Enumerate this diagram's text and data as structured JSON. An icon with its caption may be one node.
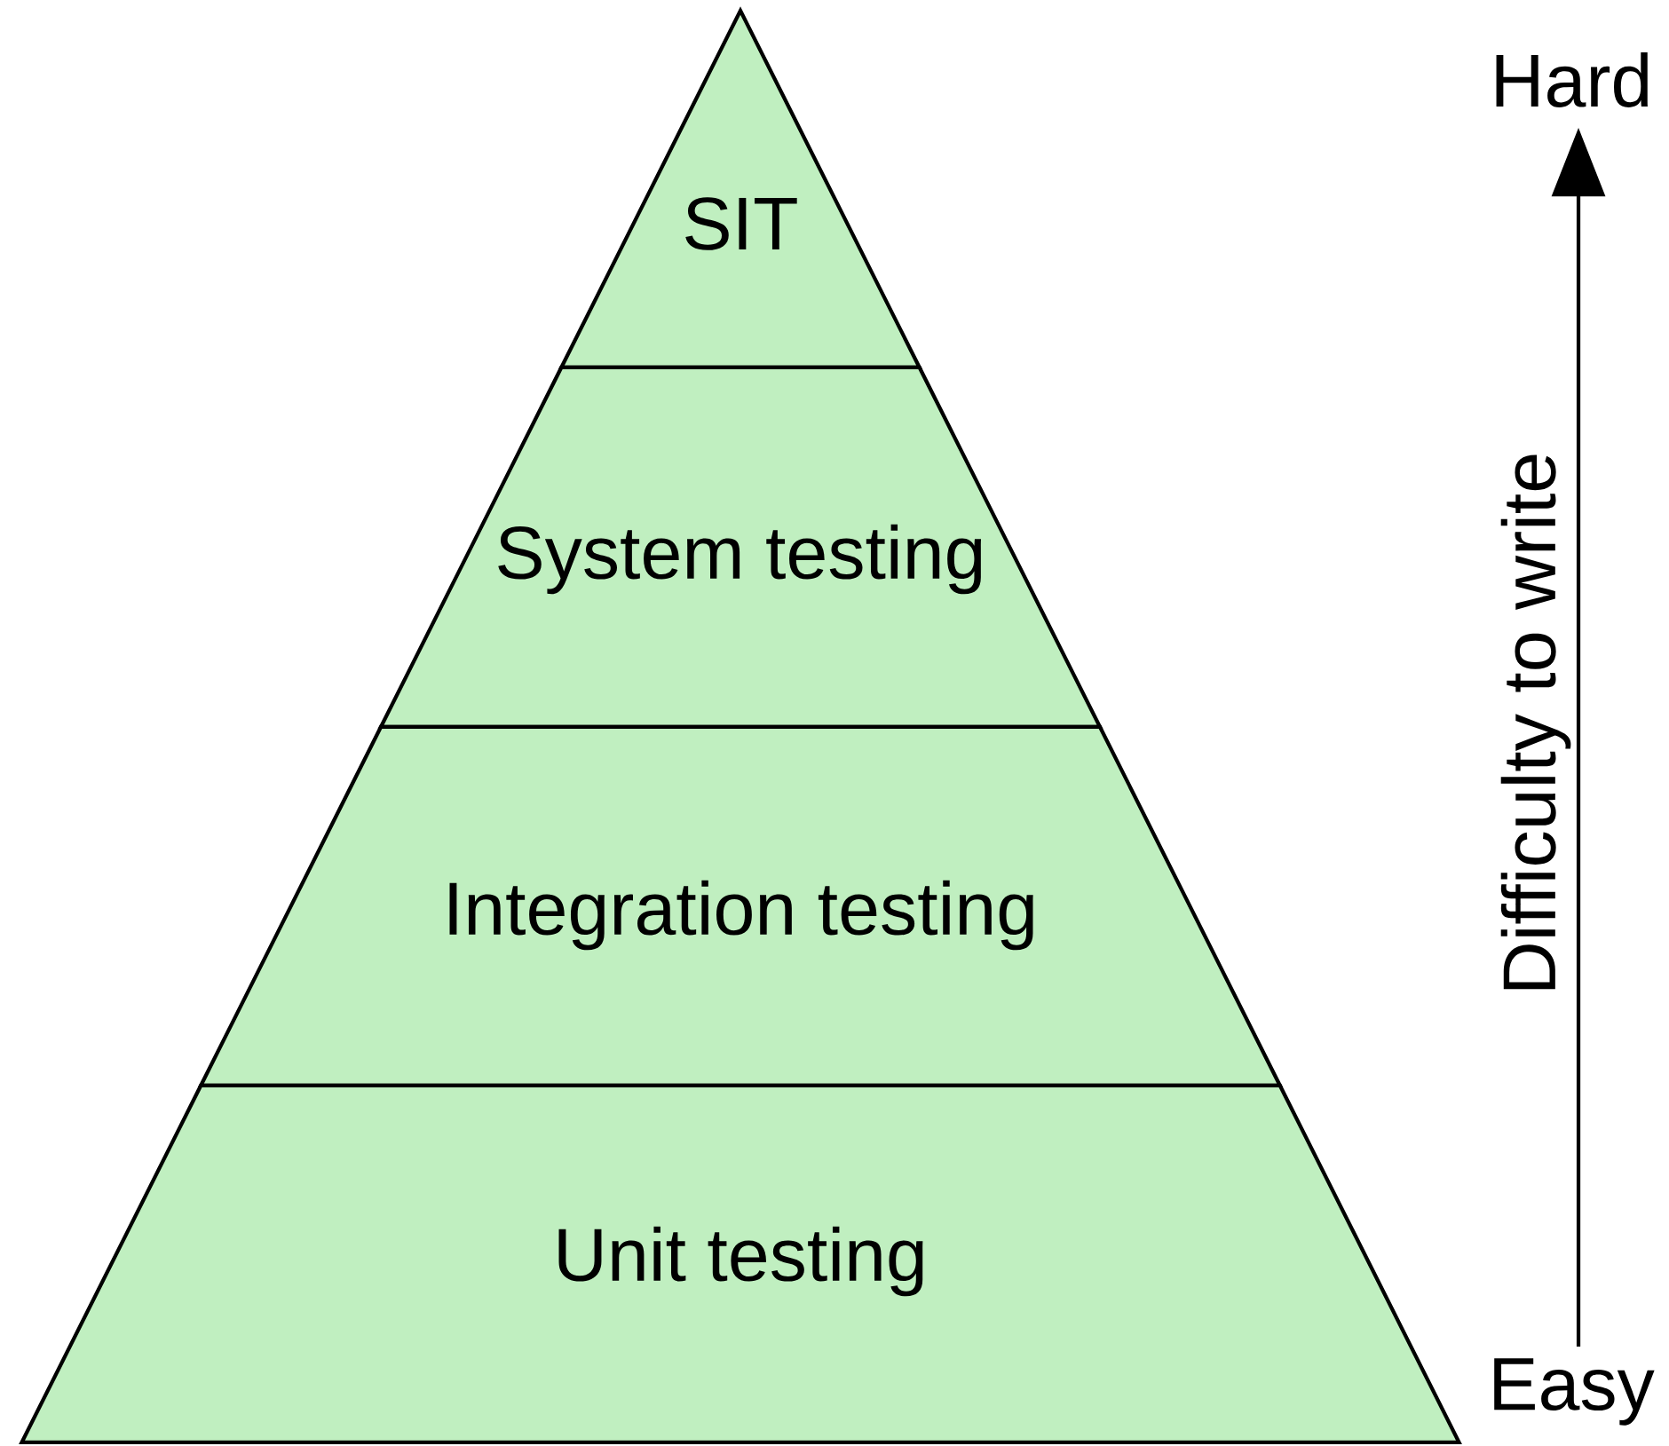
{
  "diagram": {
    "nodes": [
      {
        "text": [
          "SIT"
        ]
      },
      {
        "text": [
          "System testing"
        ]
      },
      {
        "text": [
          "Integration testing"
        ]
      },
      {
        "text": [
          "Unit testing"
        ]
      }
    ],
    "labels": [
      "Hard",
      "Difficulty to write",
      "Easy"
    ]
  }
}
